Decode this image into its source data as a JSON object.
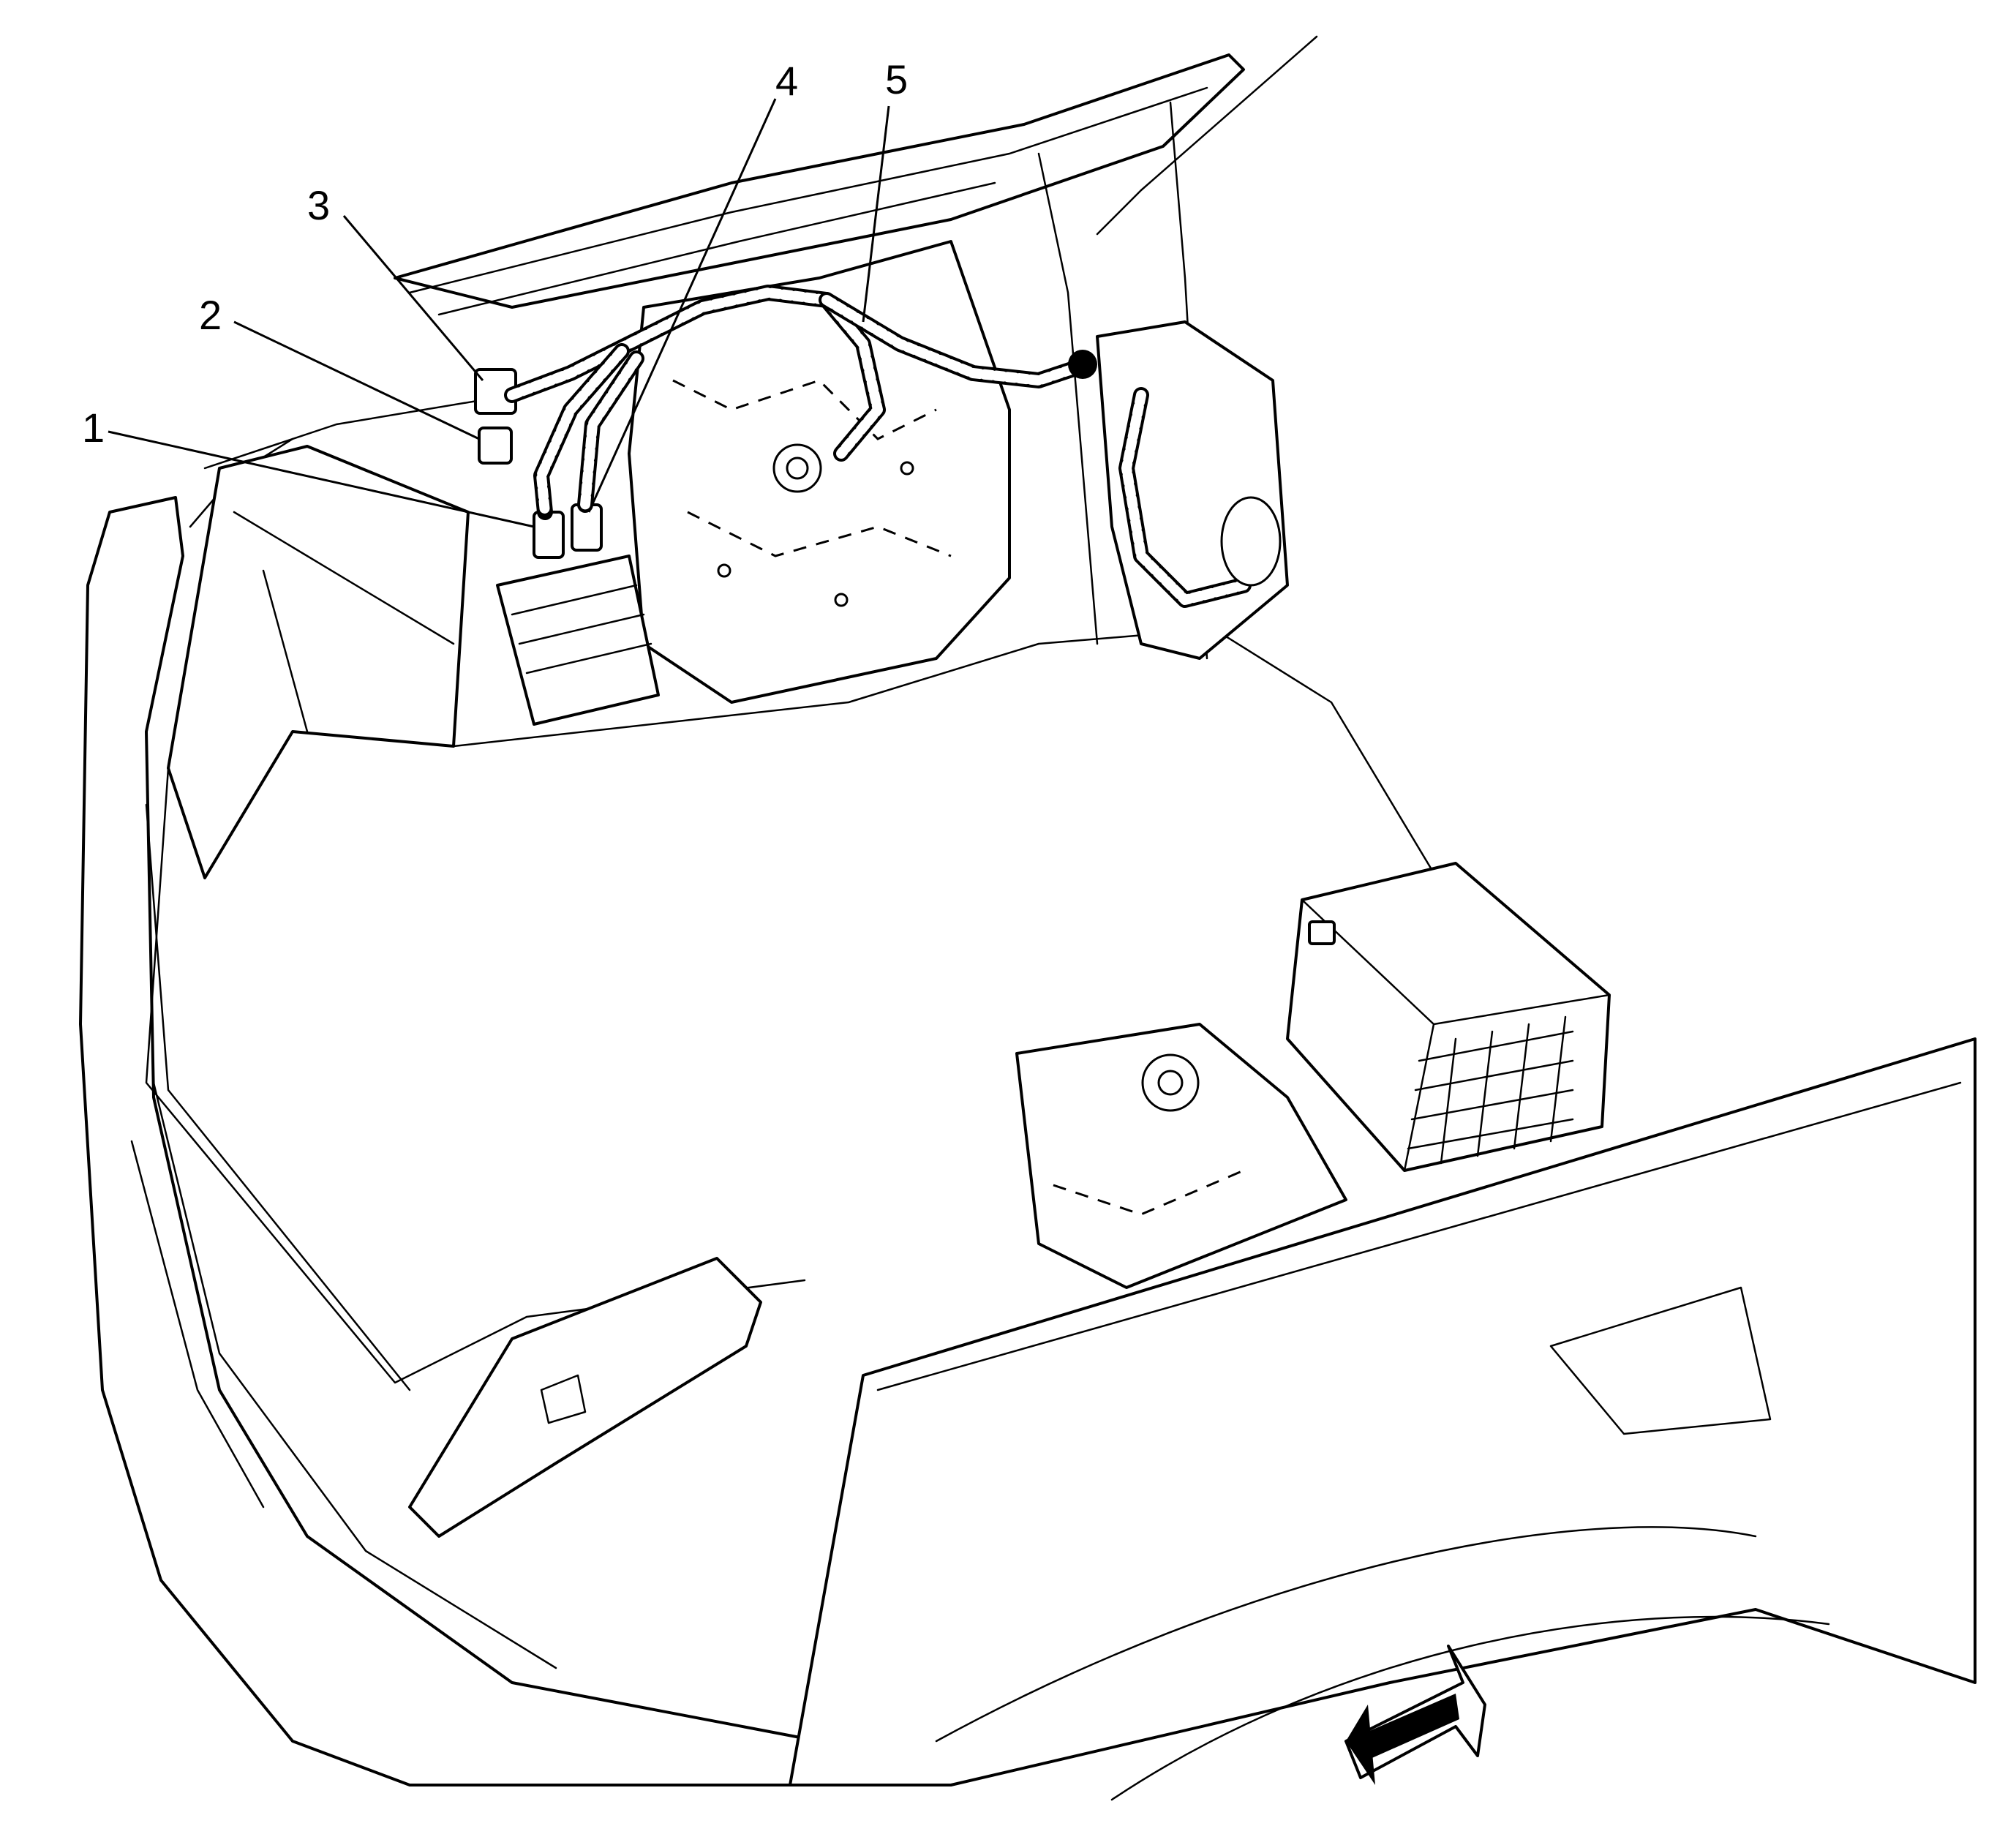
{
  "diagram": {
    "callouts": [
      {
        "id": "1",
        "label": "1"
      },
      {
        "id": "2",
        "label": "2"
      },
      {
        "id": "3",
        "label": "3"
      },
      {
        "id": "4",
        "label": "4"
      },
      {
        "id": "5",
        "label": "5"
      }
    ],
    "direction_icon": "front-direction-arrow-icon"
  }
}
